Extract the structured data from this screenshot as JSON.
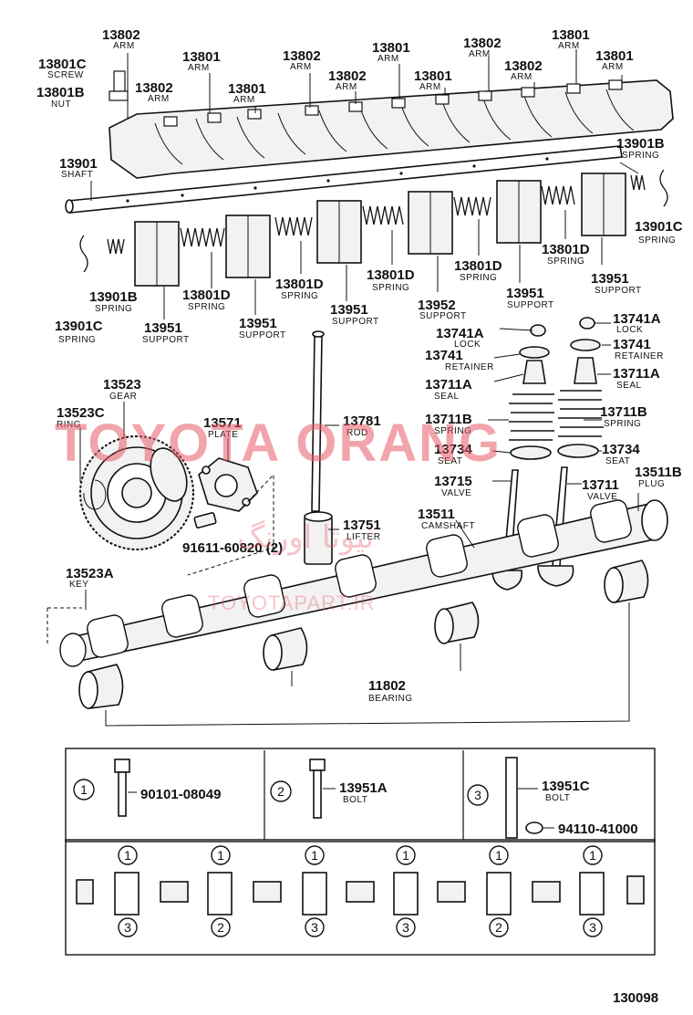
{
  "watermark": {
    "brand": "TOYOTA ORANG",
    "persian": "تیوتا اورنگ",
    "site": "TOYOTAPART.IR"
  },
  "parts": {
    "p13802a": {
      "num": "13802",
      "name": "ARM"
    },
    "p13801c": {
      "num": "13801C",
      "name": "SCREW"
    },
    "p13801b": {
      "num": "13801B",
      "name": "NUT"
    },
    "p13801a": {
      "num": "13801",
      "name": "ARM"
    },
    "p13802b": {
      "num": "13802",
      "name": "ARM"
    },
    "p13801b2": {
      "num": "13801",
      "name": "ARM"
    },
    "p13802c": {
      "num": "13802",
      "name": "ARM"
    },
    "p13801c2": {
      "num": "13801",
      "name": "ARM"
    },
    "p13802d": {
      "num": "13802",
      "name": "ARM"
    },
    "p13801d2": {
      "num": "13801",
      "name": "ARM"
    },
    "p13802e": {
      "num": "13802",
      "name": "ARM"
    },
    "p13802f": {
      "num": "13802",
      "name": "ARM"
    },
    "p13801e": {
      "num": "13801",
      "name": "ARM"
    },
    "p13801f": {
      "num": "13801",
      "name": "ARM"
    },
    "p13901": {
      "num": "13901",
      "name": "SHAFT"
    },
    "p13901b_r": {
      "num": "13901B",
      "name": "SPRING"
    },
    "p13901c_r": {
      "num": "13901C",
      "name": "SPRING"
    },
    "p13901b_l": {
      "num": "13901B",
      "name": "SPRING"
    },
    "p13901c_l": {
      "num": "13901C",
      "name": "SPRING"
    },
    "p13951_a": {
      "num": "13951",
      "name": "SUPPORT"
    },
    "p13801d_a": {
      "num": "13801D",
      "name": "SPRING"
    },
    "p13951_b": {
      "num": "13951",
      "name": "SUPPORT"
    },
    "p13801d_b": {
      "num": "13801D",
      "name": "SPRING"
    },
    "p13951_c": {
      "num": "13951",
      "name": "SUPPORT"
    },
    "p13801d_c": {
      "num": "13801D",
      "name": "SPRING"
    },
    "p13952": {
      "num": "13952",
      "name": "SUPPORT"
    },
    "p13801d_d": {
      "num": "13801D",
      "name": "SPRING"
    },
    "p13951_d": {
      "num": "13951",
      "name": "SUPPORT"
    },
    "p13801d_e": {
      "num": "13801D",
      "name": "SPRING"
    },
    "p13951_e": {
      "num": "13951",
      "name": "SUPPORT"
    },
    "p13741a_l": {
      "num": "13741A",
      "name": "LOCK"
    },
    "p13741_l": {
      "num": "13741",
      "name": "RETAINER"
    },
    "p13711a_l": {
      "num": "13711A",
      "name": "SEAL"
    },
    "p13741a_r": {
      "num": "13741A",
      "name": "LOCK"
    },
    "p13741_r": {
      "num": "13741",
      "name": "RETAINER"
    },
    "p13711a_r": {
      "num": "13711A",
      "name": "SEAL"
    },
    "p13523": {
      "num": "13523",
      "name": "GEAR"
    },
    "p13523c": {
      "num": "13523C",
      "name": "RING"
    },
    "p13571": {
      "num": "13571",
      "name": "PLATE"
    },
    "p13781": {
      "num": "13781",
      "name": "ROD"
    },
    "p13711b_l": {
      "num": "13711B",
      "name": "SPRING"
    },
    "p13711b_r": {
      "num": "13711B",
      "name": "SPRING"
    },
    "p13734_l": {
      "num": "13734",
      "name": "SEAT"
    },
    "p13734_r": {
      "num": "13734",
      "name": "SEAT"
    },
    "p13715": {
      "num": "13715",
      "name": "VALVE"
    },
    "p13711": {
      "num": "13711",
      "name": "VALVE"
    },
    "p13511b": {
      "num": "13511B",
      "name": "PLUG"
    },
    "p13511": {
      "num": "13511",
      "name": "CAMSHAFT"
    },
    "p13751": {
      "num": "13751",
      "name": "LIFTER"
    },
    "p91611": {
      "num": "91611-60820 (2)",
      "name": ""
    },
    "p13523a": {
      "num": "13523A",
      "name": "KEY"
    },
    "p11802": {
      "num": "11802",
      "name": "BEARING"
    }
  },
  "fasteners": [
    {
      "index": "1",
      "num": "90101-08049",
      "name": ""
    },
    {
      "index": "2",
      "num": "13951A",
      "name": "BOLT"
    },
    {
      "index": "3",
      "num": "13951C",
      "name": "BOLT"
    },
    {
      "index": "3b",
      "num": "94110-41000",
      "name": ""
    }
  ],
  "layout_markers": [
    {
      "top": "1",
      "bottom": "3"
    },
    {
      "top": "1",
      "bottom": "2"
    },
    {
      "top": "1",
      "bottom": "3"
    },
    {
      "top": "1",
      "bottom": "3"
    },
    {
      "top": "1",
      "bottom": "2"
    },
    {
      "top": "1",
      "bottom": "3"
    }
  ],
  "figure_number": "130098"
}
